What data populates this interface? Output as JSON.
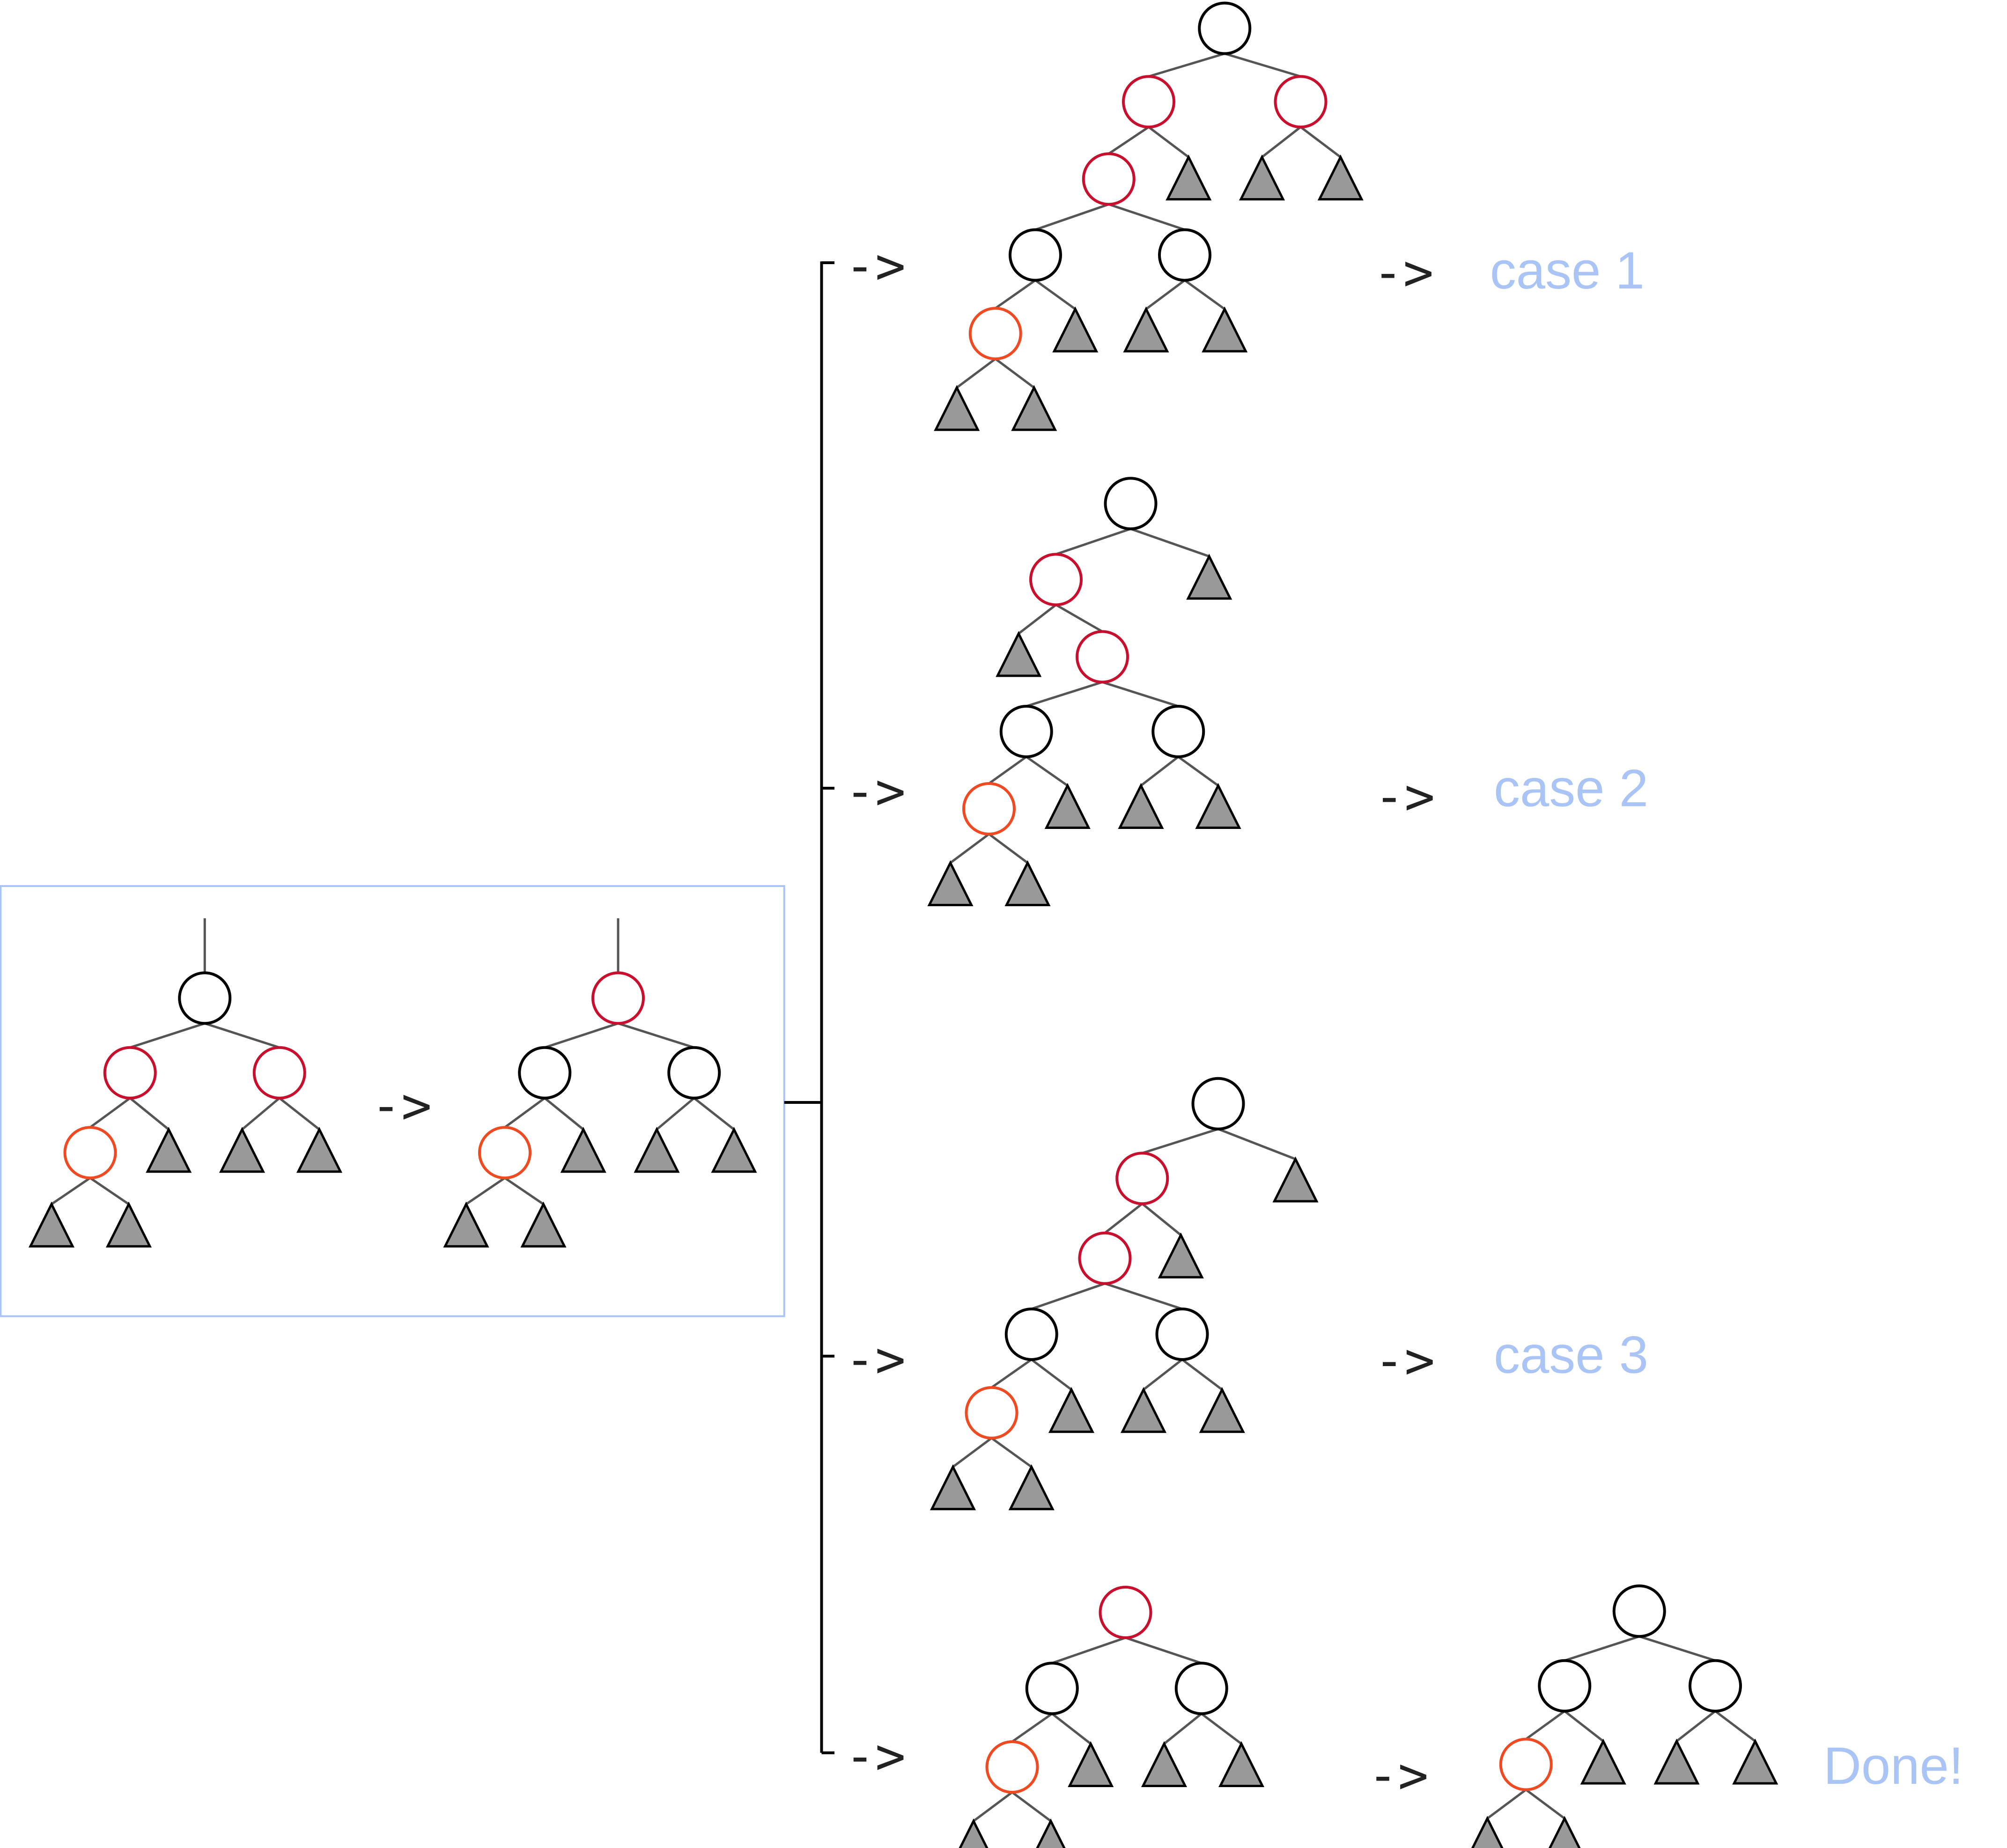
{
  "colors": {
    "black_node": "#000000",
    "red_node": "#c8102e",
    "orange_node": "#f04a23",
    "leaf_fill": "#999999",
    "label": "#aac4f5"
  },
  "arrow_text": "->",
  "labels": {
    "case1": "case 1",
    "case2": "case 2",
    "case3": "case 3",
    "done": "Done!"
  }
}
